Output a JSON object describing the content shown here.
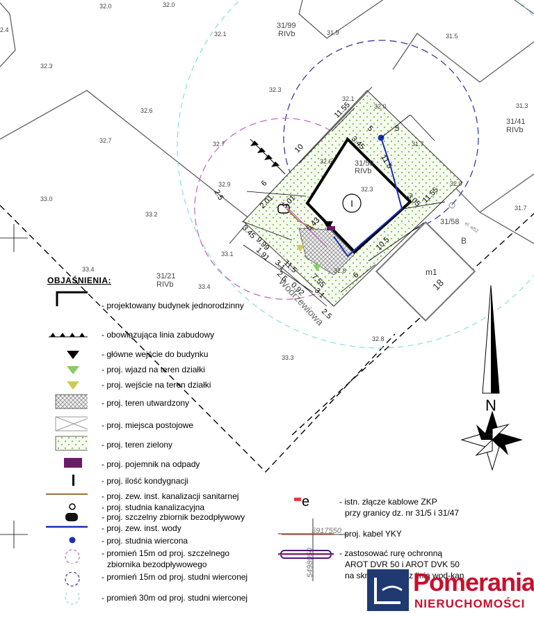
{
  "plan": {
    "elevations": [
      "32.0",
      "32.0",
      "32.1",
      "31.9",
      "32.3",
      "32.3",
      "31.5",
      "32.6",
      "32.1",
      "32.0",
      "31.3",
      "32.7",
      "32.7",
      "32.6",
      "32.9",
      "32.3",
      "33.0",
      "33.2",
      "31.7",
      "32.0",
      "31.7",
      "33.1",
      "33.4",
      "33.4",
      "32.8",
      "32.8",
      "33.3",
      "2.4"
    ],
    "parcels": [
      "31/99",
      "RIVb",
      "31/41",
      "RIVb",
      "31/59",
      "RIVb",
      "31/21",
      "RIVb",
      "31/58"
    ],
    "street": "Wodrzewiowa",
    "dims": [
      "11.55",
      "3.45",
      "5",
      "5",
      "10",
      "11.5",
      "6",
      "2.5",
      "2.01",
      "5.01",
      "5.43",
      "3.05",
      "11.55",
      "3.45",
      "9.99",
      "1.91",
      "10.5",
      "3.1",
      "11.5",
      "2.5",
      "7.55",
      "0.92",
      "6",
      "3.1",
      "2.5"
    ],
    "marks": [
      "I",
      "B",
      "m1",
      "18",
      "N"
    ],
    "grid_labels": [
      "5917550",
      "5498050"
    ],
    "parcel_small": "el. w52"
  },
  "legend": {
    "title": "OBJAŚNIENIA:",
    "items": [
      "- projektowany budynek jednorodzinny",
      "- obowiązująca linia zabudowy",
      "- główne wejście do budynku",
      "- proj. wjazd na teren działki",
      "- proj. wejście na teren działki",
      "- proj. teren utwardzony",
      "- proj. miejsca postojowe",
      "- proj. teren zielony",
      "- proj. pojemnik na odpady",
      "- proj. ilość kondygnacji",
      "- proj. zew. inst. kanalizacji sanitarnej",
      "- proj. studnia kanalizacyjna",
      "- proj. szczelny zbiornik bezodpływowy",
      "- proj.  zew. inst. wody",
      "- proj. studnia wiercona",
      "- promień 15m od proj. szczelnego",
      "zbiornika bezodpływowego",
      "- promień 15m od proj. studni wierconej",
      "- promień 30m od proj. studni wierconej"
    ],
    "right": [
      "- istn. złącze kablowe ZKP",
      "przy granicy dz. nr 31/5 i 31/47",
      "- proj. kabel YKY",
      "- zastosować rurę ochronną",
      "AROT DVR 50 i AROT DVK 50",
      "na skrzyżowaniu z linią wod-kan"
    ],
    "zkp_symbol": "e"
  },
  "logo": {
    "title": "Pomerania",
    "subtitle": "NIERUCHOMOŚCI"
  },
  "colors": {
    "sewer": "#a0703a",
    "water": "#1a2fb5",
    "radius_tank": "#c070c0",
    "radius_well15": "#3a3a9a",
    "radius_well30": "#8ee0e0",
    "waste": "#6a1a6a",
    "green": "#99cc66",
    "logo_red": "#c8102e",
    "logo_blue": "#1e3a70"
  }
}
